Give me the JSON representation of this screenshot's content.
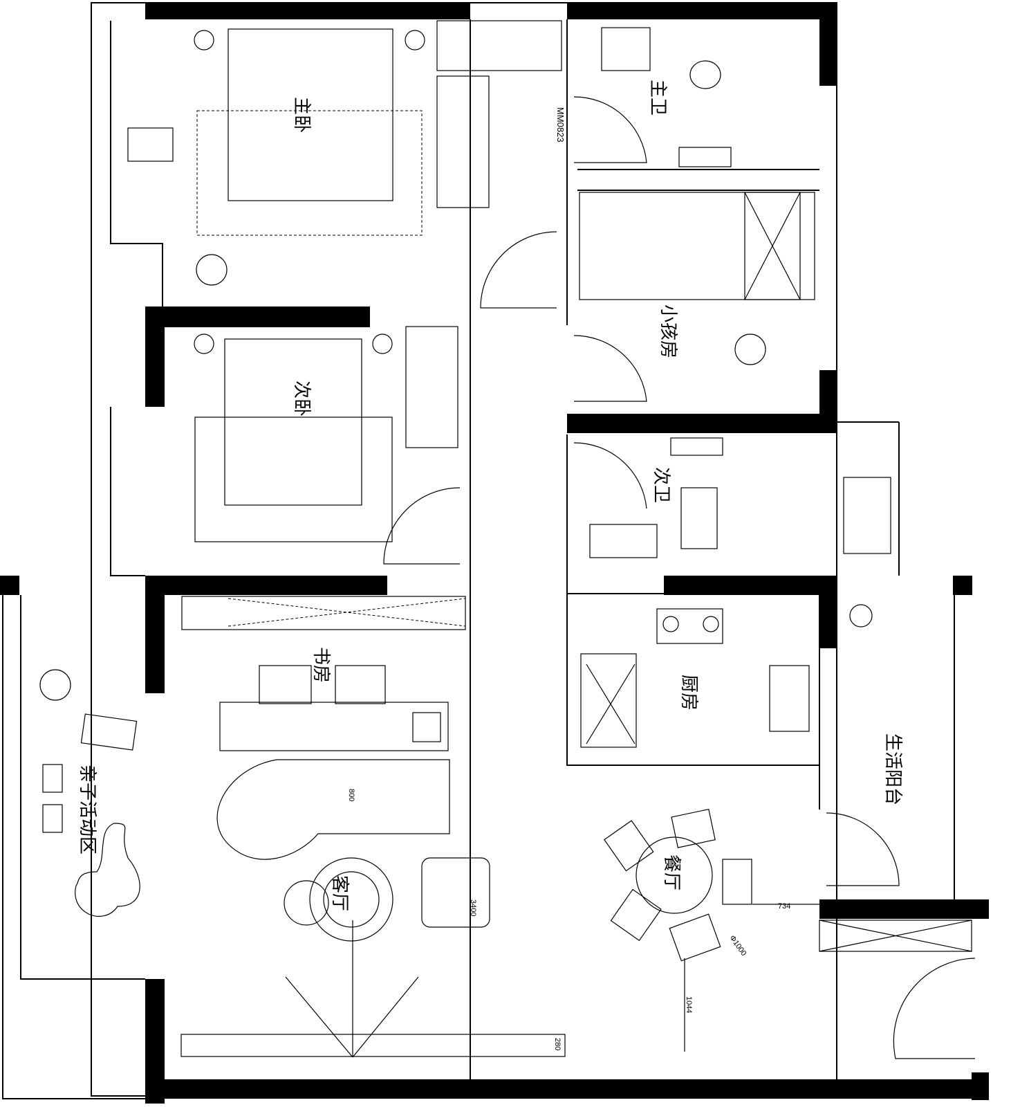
{
  "rooms": {
    "master_bedroom": "主卧",
    "master_bath": "主卫",
    "kids_room": "小孩房",
    "second_bedroom": "次卧",
    "second_bath": "次卫",
    "study": "书房",
    "kitchen": "厨房",
    "utility_balcony": "生活阳台",
    "family_activity": "亲子活动区",
    "living_room": "客厅",
    "dining_room": "餐厅"
  },
  "annotations": {
    "door_code": "MM0823",
    "dim_sofa_depth": "800",
    "dim_living_length": "3400",
    "dim_balcony": "734",
    "dim_dining": "1044",
    "dim_table": "Φ1000",
    "dim_tv": "280"
  }
}
